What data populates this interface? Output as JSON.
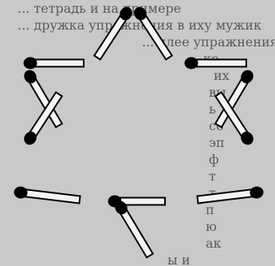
{
  "background_text": [
    "... тетрадь и на примере",
    "... дружка упражнения в иху мужик",
    "... ялее упражнения",
    "ко",
    "их",
    "вы",
    "ь",
    "со",
    "эп",
    "ф",
    "т",
    "т",
    "п",
    "ю",
    "ак",
    "ы и"
  ],
  "figure": {
    "description_shape": "hexagram of matches",
    "match_count": 12
  },
  "colors": {
    "background": "#c9c9c9",
    "match_fill": "#f4f4f4",
    "match_stroke": "#000000",
    "head": "#000000"
  }
}
